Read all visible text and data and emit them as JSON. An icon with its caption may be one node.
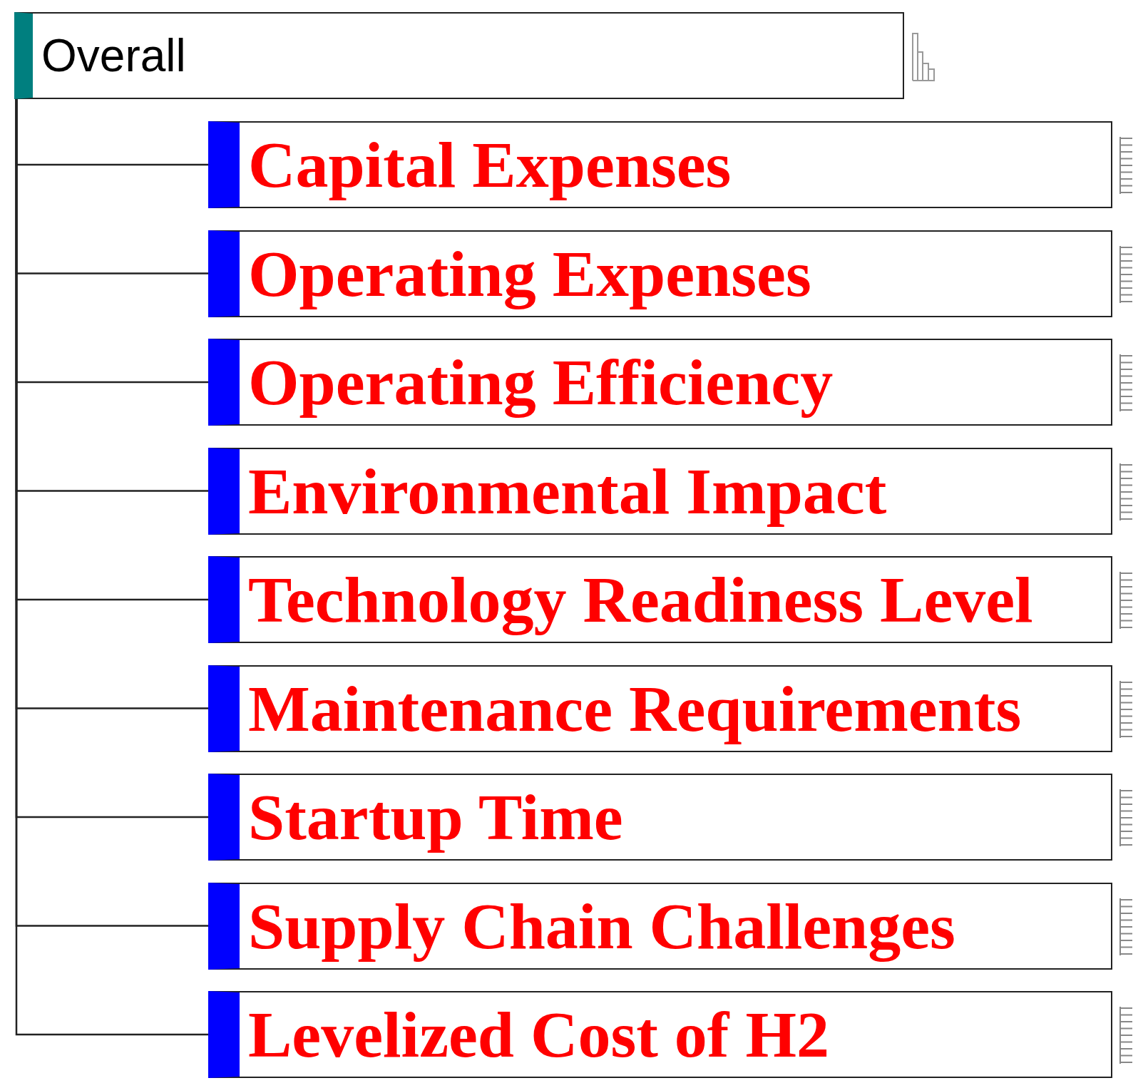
{
  "diagram": {
    "nodes": [
      {
        "text": [
          "Overall"
        ]
      },
      {
        "text": [
          "Capital Expenses"
        ]
      },
      {
        "text": [
          "Operating Expenses"
        ]
      },
      {
        "text": [
          "Operating Efficiency"
        ]
      },
      {
        "text": [
          "Environmental Impact"
        ]
      },
      {
        "text": [
          "Technology Readiness Level"
        ]
      },
      {
        "text": [
          "Maintenance Requirements"
        ]
      },
      {
        "text": [
          "Startup Time"
        ]
      },
      {
        "text": [
          "Supply Chain Challenges"
        ]
      },
      {
        "text": [
          "Levelized Cost of H2"
        ]
      }
    ],
    "edges": [
      {
        "from": 0,
        "to": 1,
        "arrow": "none"
      },
      {
        "from": 0,
        "to": 2,
        "arrow": "none"
      },
      {
        "from": 0,
        "to": 3,
        "arrow": "none"
      },
      {
        "from": 0,
        "to": 4,
        "arrow": "none"
      },
      {
        "from": 0,
        "to": 5,
        "arrow": "none"
      },
      {
        "from": 0,
        "to": 6,
        "arrow": "none"
      },
      {
        "from": 0,
        "to": 7,
        "arrow": "none"
      },
      {
        "from": 0,
        "to": 8,
        "arrow": "none"
      },
      {
        "from": 0,
        "to": 9,
        "arrow": "none"
      }
    ]
  }
}
